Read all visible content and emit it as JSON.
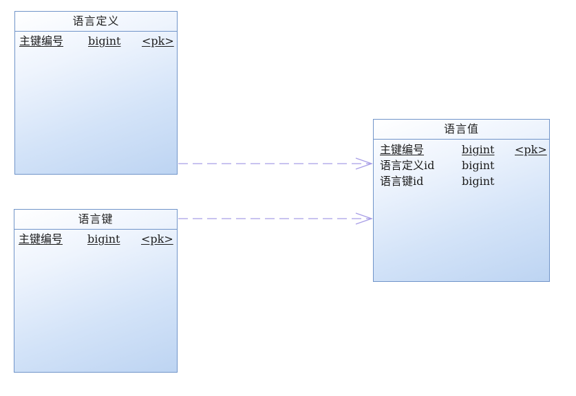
{
  "entities": {
    "lang_def": {
      "title": "语言定义",
      "attrs": [
        {
          "name": "主键编号",
          "type": "bigint",
          "key": "<pk>"
        }
      ]
    },
    "lang_key": {
      "title": "语言键",
      "attrs": [
        {
          "name": "主键编号",
          "type": "bigint",
          "key": "<pk>"
        }
      ]
    },
    "lang_value": {
      "title": "语言值",
      "attrs": [
        {
          "name": "主键编号",
          "type": "bigint",
          "key": "<pk>"
        },
        {
          "name": "语言定义id",
          "type": "bigint",
          "key": ""
        },
        {
          "name": "语言键id",
          "type": "bigint",
          "key": ""
        }
      ]
    }
  },
  "colors": {
    "border": "#6f93c8",
    "link": "#a79de6"
  }
}
